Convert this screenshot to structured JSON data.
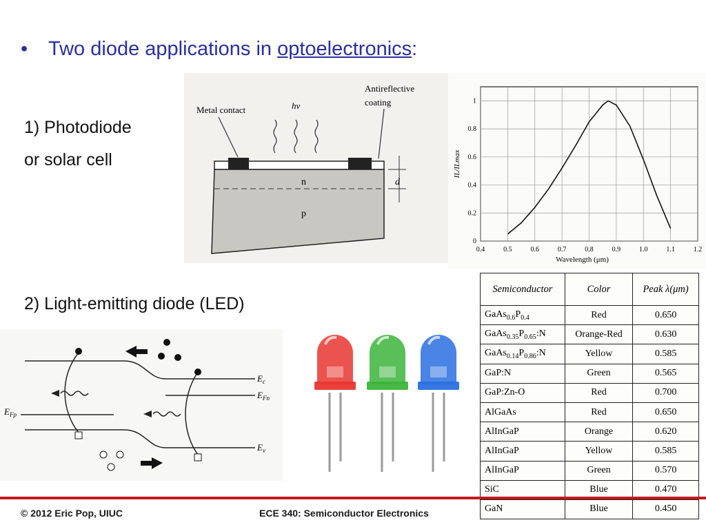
{
  "slide": {
    "title_bullet": "•",
    "title_prefix": "Two diode applications in ",
    "title_link": "optoelectronics",
    "title_suffix": ":",
    "item1_line1": "1) Photodiode",
    "item1_line2": "or solar cell",
    "item2": "2) Light-emitting diode (LED)"
  },
  "photodiode_figure": {
    "metal_contact": "Metal contact",
    "antireflective_line1": "Antireflective",
    "antireflective_line2": "coating",
    "hv": "hv",
    "n": "n",
    "p": "p",
    "d": "d"
  },
  "chart_data": {
    "type": "line",
    "xlabel": "Wavelength (μm)",
    "ylabel": "IL/ILmax",
    "xlim": [
      0.4,
      1.2
    ],
    "ylim": [
      0,
      1.1
    ],
    "x_ticks": [
      "0.4",
      "0.5",
      "0.6",
      "0.7",
      "0.8",
      "0.9",
      "1.0",
      "1.1",
      "1.2"
    ],
    "y_ticks": [
      "0",
      "0.2",
      "0.4",
      "0.6",
      "0.8",
      "1"
    ],
    "grid": true,
    "series": [
      {
        "x": [
          0.5,
          0.55,
          0.6,
          0.65,
          0.7,
          0.75,
          0.8,
          0.85,
          0.87,
          0.9,
          0.95,
          1.0,
          1.05,
          1.1
        ],
        "y": [
          0.05,
          0.13,
          0.24,
          0.37,
          0.52,
          0.68,
          0.85,
          0.97,
          1.0,
          0.97,
          0.82,
          0.58,
          0.32,
          0.09
        ]
      }
    ]
  },
  "band_diagram": {
    "ec": "E",
    "ec_sub": "c",
    "efn": "E",
    "efn_sub": "Fn",
    "efp": "E",
    "efp_sub": "Fp",
    "ev": "E",
    "ev_sub": "v"
  },
  "led_colors": [
    "#e8362f",
    "#3cb43c",
    "#2a6fe0"
  ],
  "semiconductor_table": {
    "headers": [
      "Semiconductor",
      "Color",
      "Peak λ(μm)"
    ],
    "rows": [
      {
        "mat": "GaAs",
        "sub1": "0.6",
        "mid": "P",
        "sub2": "0.4",
        "suffix": "",
        "color": "Red",
        "peak": "0.650"
      },
      {
        "mat": "GaAs",
        "sub1": "0.35",
        "mid": "P",
        "sub2": "0.65",
        "suffix": ":N",
        "color": "Orange-Red",
        "peak": "0.630"
      },
      {
        "mat": "GaAs",
        "sub1": "0.14",
        "mid": "P",
        "sub2": "0.86",
        "suffix": ":N",
        "color": "Yellow",
        "peak": "0.585"
      },
      {
        "mat": "GaP:N",
        "sub1": "",
        "mid": "",
        "sub2": "",
        "suffix": "",
        "color": "Green",
        "peak": "0.565"
      },
      {
        "mat": "GaP:Zn-O",
        "sub1": "",
        "mid": "",
        "sub2": "",
        "suffix": "",
        "color": "Red",
        "peak": "0.700"
      },
      {
        "mat": "AlGaAs",
        "sub1": "",
        "mid": "",
        "sub2": "",
        "suffix": "",
        "color": "Red",
        "peak": "0.650"
      },
      {
        "mat": "AlInGaP",
        "sub1": "",
        "mid": "",
        "sub2": "",
        "suffix": "",
        "color": "Orange",
        "peak": "0.620"
      },
      {
        "mat": "AlInGaP",
        "sub1": "",
        "mid": "",
        "sub2": "",
        "suffix": "",
        "color": "Yellow",
        "peak": "0.585"
      },
      {
        "mat": "AlInGaP",
        "sub1": "",
        "mid": "",
        "sub2": "",
        "suffix": "",
        "color": "Green",
        "peak": "0.570"
      },
      {
        "mat": "SiC",
        "sub1": "",
        "mid": "",
        "sub2": "",
        "suffix": "",
        "color": "Blue",
        "peak": "0.470"
      },
      {
        "mat": "GaN",
        "sub1": "",
        "mid": "",
        "sub2": "",
        "suffix": "",
        "color": "Blue",
        "peak": "0.450"
      }
    ]
  },
  "footer": {
    "left": "© 2012 Eric Pop, UIUC",
    "center": "ECE 340: Semiconductor Electronics"
  },
  "colors": {
    "title": "#2b2f9e",
    "footer_line": "#c4171d"
  }
}
